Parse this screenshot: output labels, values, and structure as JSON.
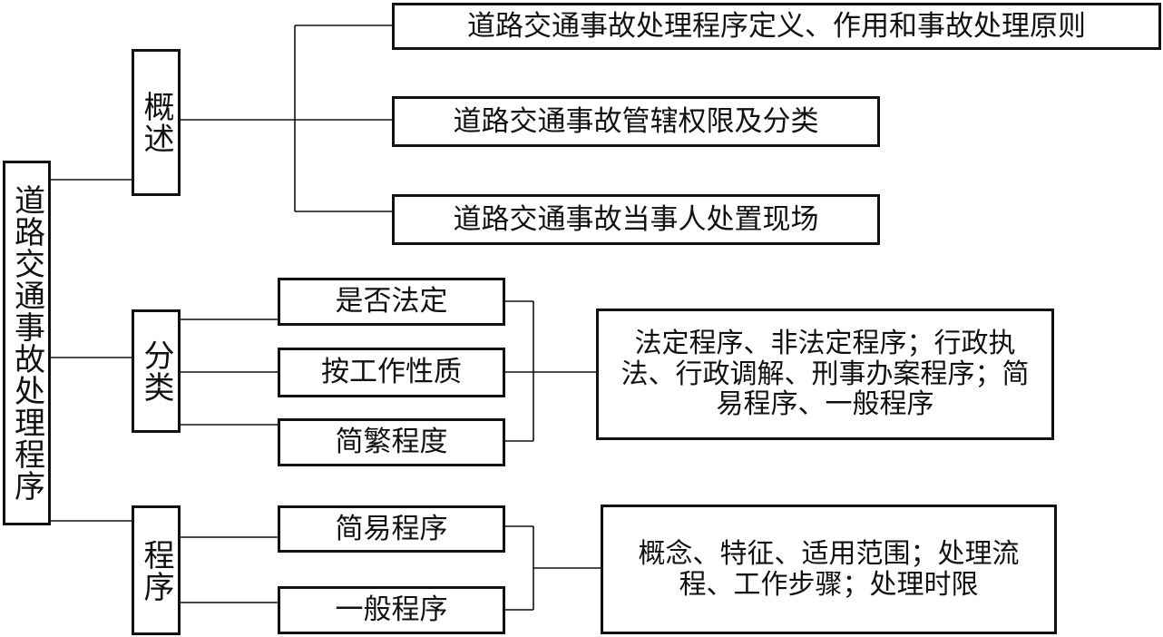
{
  "root": {
    "label": "道路交通事故处理程序"
  },
  "sections": [
    {
      "label": "概述",
      "items": [
        "道路交通事故处理程序定义、作用和事故处理原则",
        "道路交通事故管辖权限及分类",
        "道路交通事故当事人处置现场"
      ]
    },
    {
      "label": "分类",
      "items": [
        "是否法定",
        "按工作性质",
        "简繁程度"
      ],
      "detail": "法定程序、非法定程序；行政执法、行政调解、刑事办案程序；简易程序、一般程序"
    },
    {
      "label": "程序",
      "items": [
        "简易程序",
        "一般程序"
      ],
      "detail": "概念、特征、适用范围；处理流程、工作步骤；处理时限"
    }
  ]
}
